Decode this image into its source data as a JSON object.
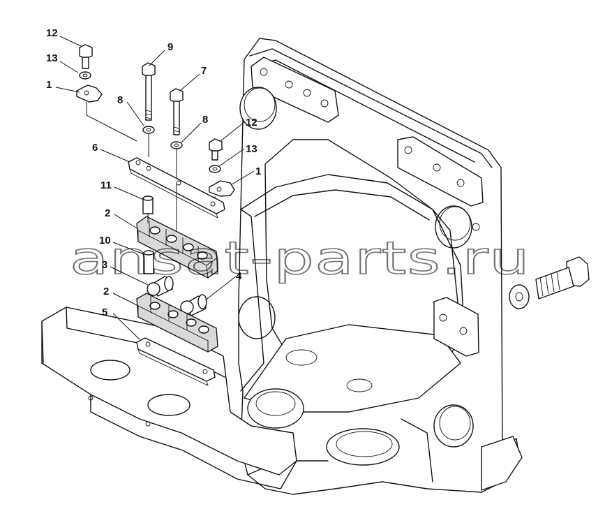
{
  "watermark": "ansat-parts.ru",
  "callouts": [
    {
      "id": "c12a",
      "text": "12"
    },
    {
      "id": "c13a",
      "text": "13"
    },
    {
      "id": "c1a",
      "text": "1"
    },
    {
      "id": "c9",
      "text": "9"
    },
    {
      "id": "c7",
      "text": "7"
    },
    {
      "id": "c8a",
      "text": "8"
    },
    {
      "id": "c8b",
      "text": "8"
    },
    {
      "id": "c12b",
      "text": "12"
    },
    {
      "id": "c13b",
      "text": "13"
    },
    {
      "id": "c1b",
      "text": "1"
    },
    {
      "id": "c6",
      "text": "6"
    },
    {
      "id": "c11",
      "text": "11"
    },
    {
      "id": "c2a",
      "text": "2"
    },
    {
      "id": "c10",
      "text": "10"
    },
    {
      "id": "c3",
      "text": "3"
    },
    {
      "id": "c4",
      "text": "4"
    },
    {
      "id": "c2b",
      "text": "2"
    },
    {
      "id": "c5",
      "text": "5"
    }
  ]
}
